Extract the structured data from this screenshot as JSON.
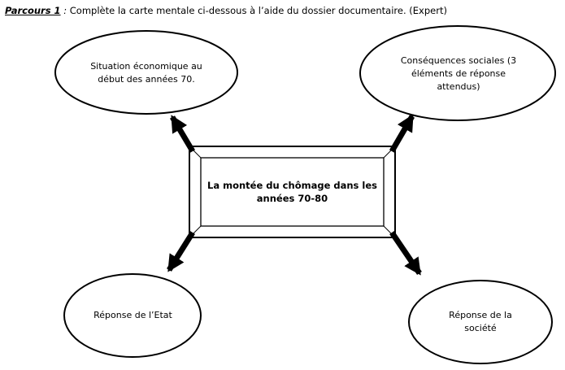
{
  "title": {
    "label": "Parcours 1",
    "separator": " : ",
    "text": "Complète la carte mentale ci-dessous à l’aide du dossier documentaire. (Expert)"
  },
  "mindmap": {
    "center": {
      "id": "montee-chomage",
      "label": "La montée du chômage dans les\nannées 70-80",
      "shape": "bevel-rectangle"
    },
    "nodes": [
      {
        "id": "situation-economique",
        "position": "top-left",
        "shape": "ellipse",
        "label": "Situation économique au\ndébut des années 70."
      },
      {
        "id": "consequences-sociales",
        "position": "top-right",
        "shape": "ellipse",
        "label": "Conséquences sociales (3\néléments de réponse\nattendus)"
      },
      {
        "id": "reponse-etat",
        "position": "bottom-left",
        "shape": "ellipse",
        "label": "Réponse de l’Etat"
      },
      {
        "id": "reponse-societe",
        "position": "bottom-right",
        "shape": "ellipse",
        "label": "Réponse de la\nsociété"
      }
    ],
    "connector_count": 4
  },
  "colors": {
    "stroke": "#000000",
    "background": "#ffffff",
    "text": "#000000"
  }
}
